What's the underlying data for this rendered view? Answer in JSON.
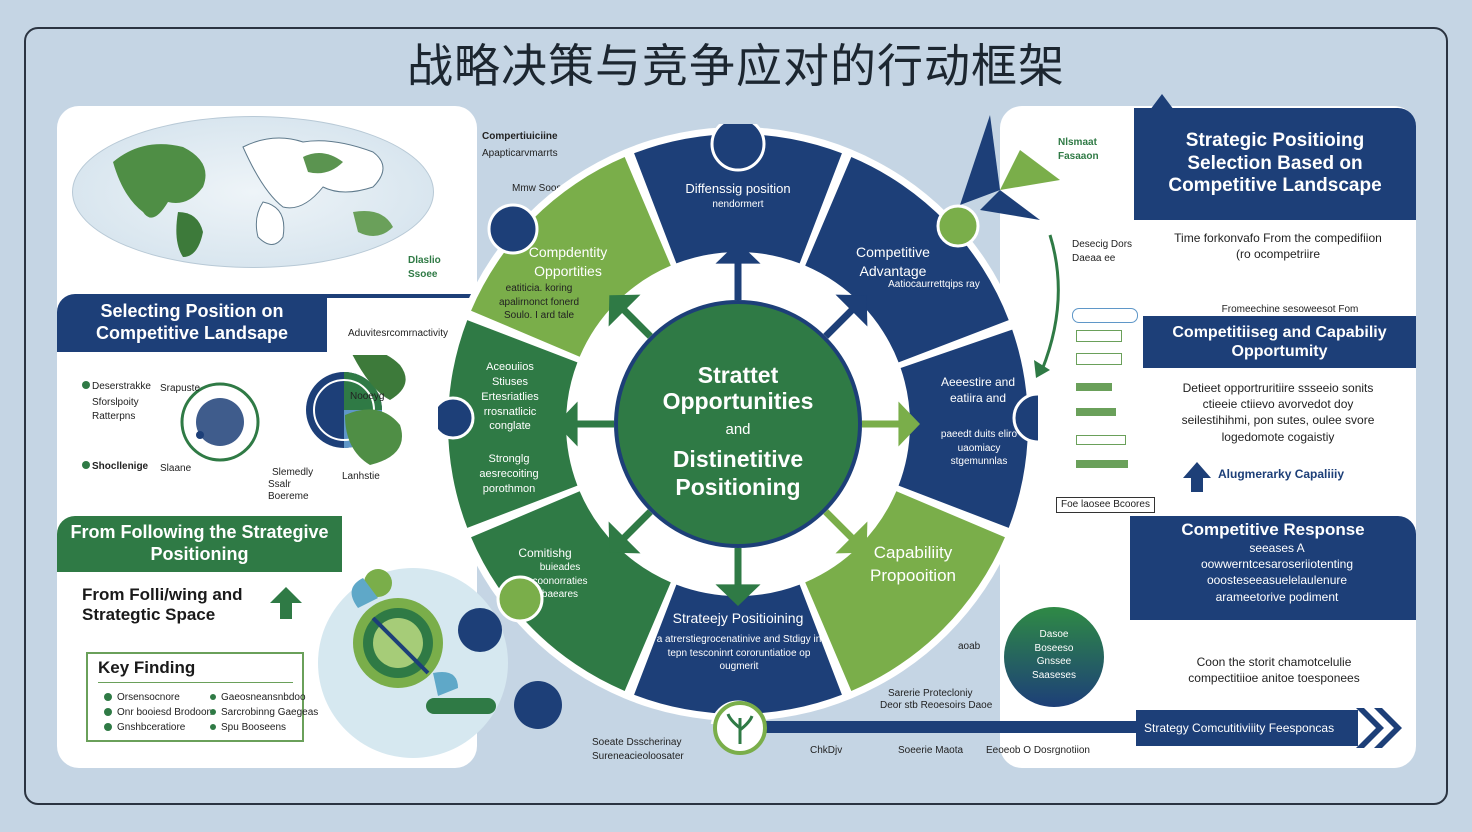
{
  "title": "战略决策与竞争应对的行动框架",
  "colors": {
    "navy": "#1d3f78",
    "green": "#2f7a45",
    "light_green": "#7aae4a",
    "background": "#c5d5e4"
  },
  "center": {
    "line1": "Strattet",
    "line2": "Opportunities",
    "line3": "and",
    "line4": "Distinetitive",
    "line5": "Positioning"
  },
  "wheel": {
    "top": {
      "title": "Diffenssig position",
      "sub": "nendormert"
    },
    "upper_left": {
      "title": "Compdentity Opportities",
      "sub": "eatiticia. koring apalirnonct fonerd Soulo. I ard tale"
    },
    "upper_right": {
      "title": "Competitive Advantage",
      "sub": "Aatiocaurrettqips ray"
    },
    "right": {
      "title": "Aeeestire and eatiira and",
      "sub": "paeedt duits eliro uaomiacy stgemunnlas"
    },
    "lower_right": {
      "title": "Capabiliity Propooition"
    },
    "bottom": {
      "title": "Strateejy Positioining",
      "sub": "a atrerstiegrocenatinive and Stdigy in tepn tesconinrt cororuntiatioe op ougmerit"
    },
    "lower_left": {
      "title": "Comitishg",
      "sub": "buieades coonorraties baeares"
    },
    "left": {
      "title": "Aceouiios Stiuses Ertesriatlies rrosnatlicic conglate"
    },
    "mid_left": {
      "title": "Stronglg aesrecoiting porothmon"
    }
  },
  "left_panel": {
    "map_labels": {
      "l1": "Compertiuiciine",
      "l2": "Apapticarvmarrts",
      "l3": "Mmw Soosses",
      "l4": "Dlaslio Ssoee"
    },
    "section1": {
      "header": "Selecting Position on Competitive Landsape",
      "labels": [
        "Deserstrakke",
        "Srapuste",
        "Sforslpoity",
        "Ratterpns",
        "Shocllenige",
        "Slaane",
        "Aduvitesrcomrnactivity",
        "Nooeyg",
        "Lanhstie",
        "Slemedly",
        "Ssalr",
        "Boereme"
      ]
    },
    "section2": {
      "header": "From Following the Strategive Positioning",
      "sub": "From Folli/wing and Strategtic Space"
    },
    "key_finding": {
      "title": "Key Finding",
      "items": [
        "Orsensocnore",
        "Onr booiesd Brodoon",
        "Gnshbceratiore",
        "Gaeosneansnbdoo",
        "Sarcrobinng Gaegeas",
        "Spu Booseens"
      ]
    }
  },
  "right_panel": {
    "section1": {
      "header": "Strategic Positioing Selection Based on Competitive Landscape",
      "sub": "Time forkonvafo From the compedifiion (ro ocompetriire",
      "tag": "Nlsmaat Fasaaon",
      "note": "Desecig Dors Daeaa ee"
    },
    "section2": {
      "pre": "Fromeechine sesoweesot Fom",
      "header": "Competitiiseg and Capabiliy Opportumity",
      "body": "Detieet opportruritiire ssseeio sonits ctieeie ctiievo avorvedot doy seilestihihmi, pon sutes, oulee svore logedomote cogaistiy",
      "arrow_label": "Alugmerarky Capaliiiy",
      "bottom_note": "Foe laosee Bcoores"
    },
    "section3": {
      "header": "Competitive Response",
      "body": "seeases A oowwerntcesaroseriiotenting ooosteseeasuelelaulenure arameetorive podiment",
      "circle_text": "Dasoe Boseeso Gnssee Saaseses",
      "note": "Coon the storit chamotcelulie compectitiioe anitoe toesponees",
      "footer_labels": {
        "a": "Sarerie Protecloniy",
        "b": "Deor stb Reoesoirs Daoe",
        "c": "aoab"
      }
    }
  },
  "bottom_bar": {
    "label": "Strategy Comcutitiviiity Feesponcas",
    "marks": [
      "ChkDjv",
      "Soeerie Maota",
      "Eeoeob O Dosrgnotiion"
    ],
    "left_note": "Soeate Dsscherinay Sureneacieoloosater"
  }
}
